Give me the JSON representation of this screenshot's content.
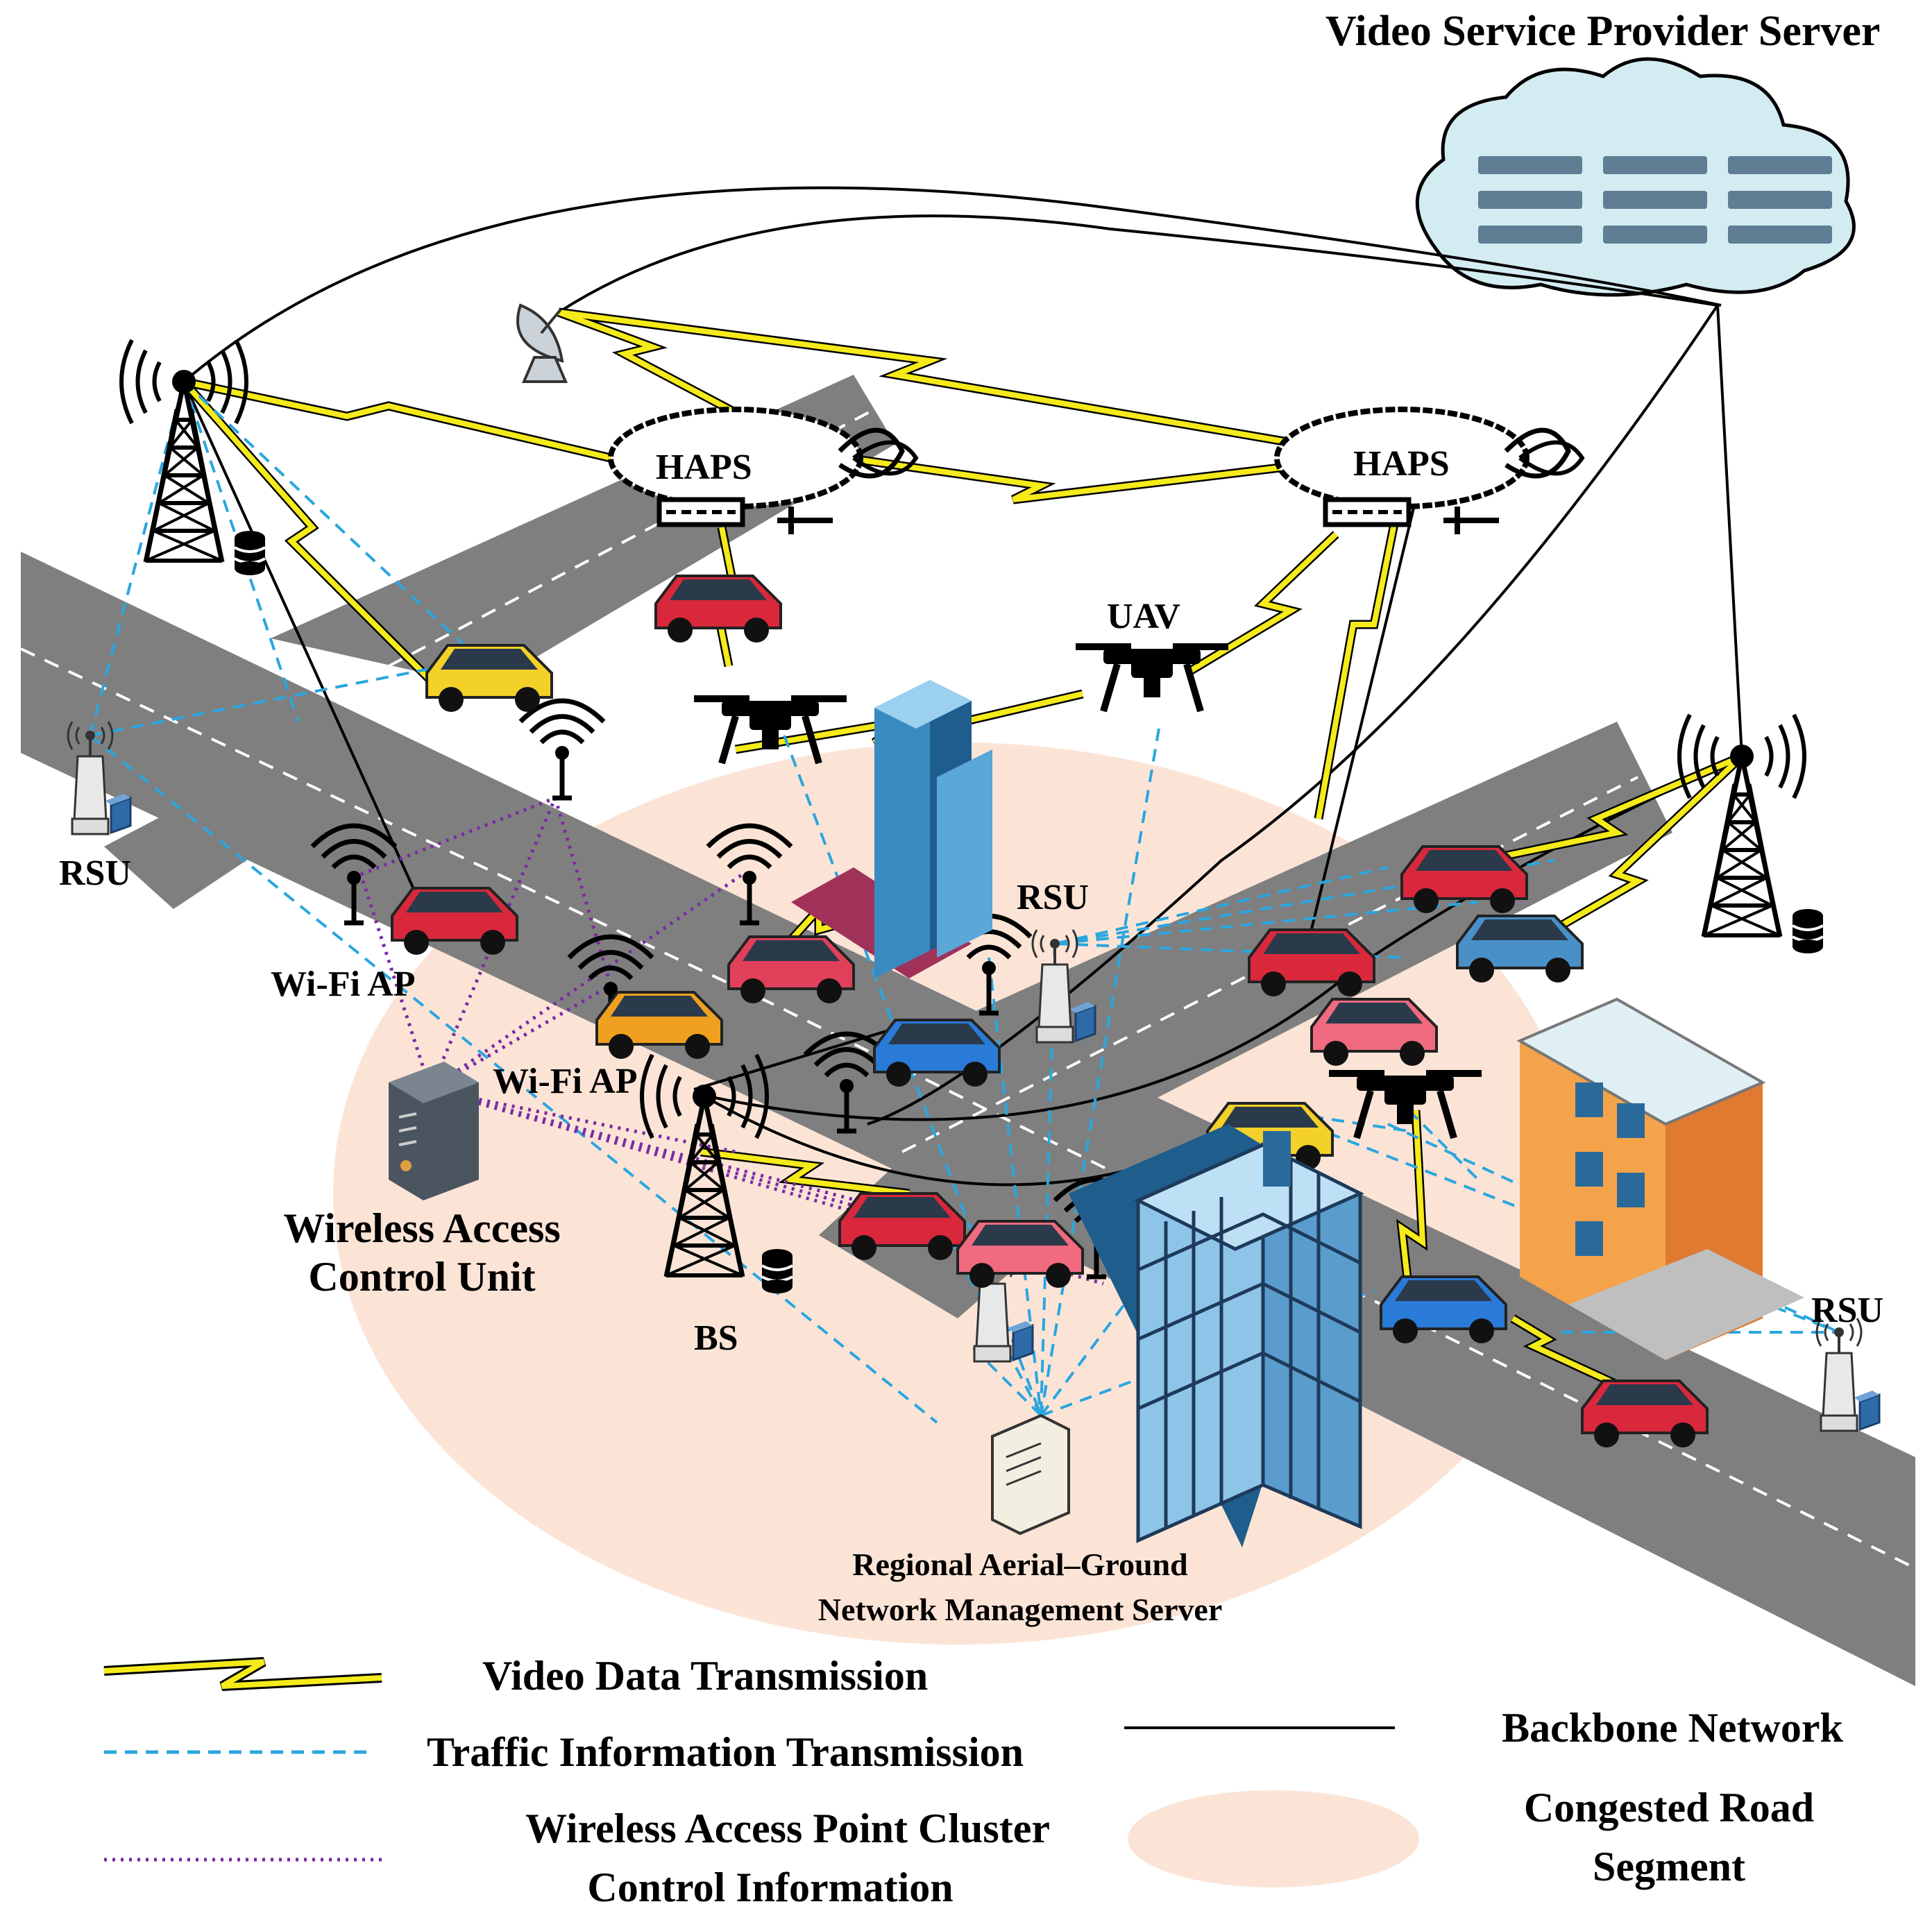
{
  "title": "Video Service Provider Server",
  "labels": {
    "haps_left": "HAPS",
    "haps_right": "HAPS",
    "uav": "UAV",
    "rsu_left": "RSU",
    "rsu_center": "RSU",
    "rsu_right": "RSU",
    "wifi_ap_left": "Wi-Fi AP",
    "wifi_ap_center": "Wi-Fi AP",
    "bs": "BS",
    "wacu_line1": "Wireless Access",
    "wacu_line2": "Control Unit",
    "ragnms_line1": "Regional Aerial–Ground",
    "ragnms_line2": "Network Management Server"
  },
  "legend": {
    "video": "Video Data Transmission",
    "traffic": "Traffic Information Transmission",
    "cluster_line1": "Wireless Access Point Cluster",
    "cluster_line2": "Control Information",
    "backbone": "Backbone Network",
    "congested_line1": "Congested Road",
    "congested_line2": "Segment"
  },
  "colors": {
    "road": "#7f7f7f",
    "lightning": "#f5ea1a",
    "traffic_dash": "#2aa6e0",
    "cluster_dot": "#7a2aa6",
    "congested": "#fbe4d6",
    "cloud": "#d3ecf2",
    "server_rack": "#5f7d93"
  },
  "icons": [
    "tower-icon",
    "haps-airship-icon",
    "uav-drone-icon",
    "rsu-icon",
    "wifi-ap-icon",
    "satellite-dish-icon",
    "car-icon",
    "building-icon",
    "server-icon",
    "database-icon"
  ]
}
